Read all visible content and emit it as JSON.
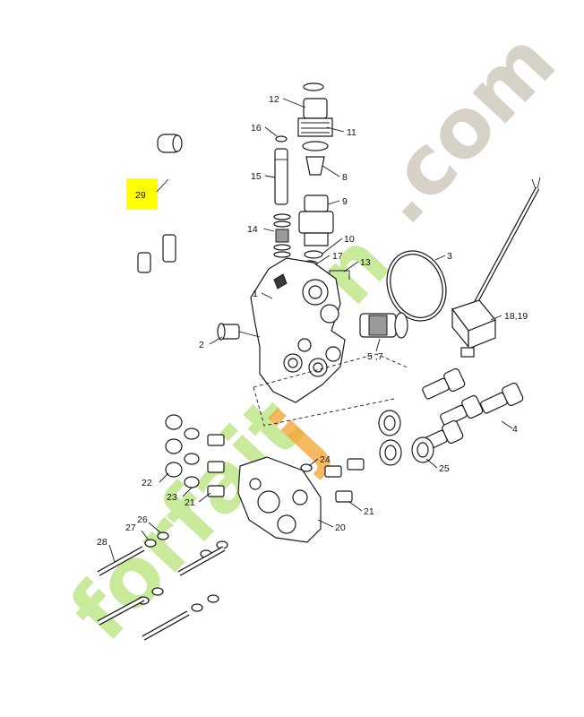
{
  "diagram": {
    "labels": {
      "p1": "1",
      "p2": "2",
      "p3": "3",
      "p4": "4",
      "p5_7": "5  ,7",
      "p8": "8",
      "p9": "9",
      "p10": "10",
      "p11": "11",
      "p12": "12",
      "p13": "13",
      "p14": "14",
      "p15": "15",
      "p16": "16",
      "p17": "17",
      "p18_19": "18,19",
      "p20": "20",
      "p21a": "21",
      "p21b": "21",
      "p22": "22",
      "p23": "23",
      "p24": "24",
      "p25": "25",
      "p26": "26",
      "p27": "27",
      "p28": "28",
      "p29": "29"
    },
    "highlight_color": "#ffff00"
  },
  "watermark": {
    "text_main": "forfait",
    "text_accent": "j",
    "text_end": "n",
    "text_suffix": ".com",
    "colors": {
      "green": "#b7e27a",
      "orange": "#f4a12b",
      "gray": "#c9c3b6"
    }
  }
}
